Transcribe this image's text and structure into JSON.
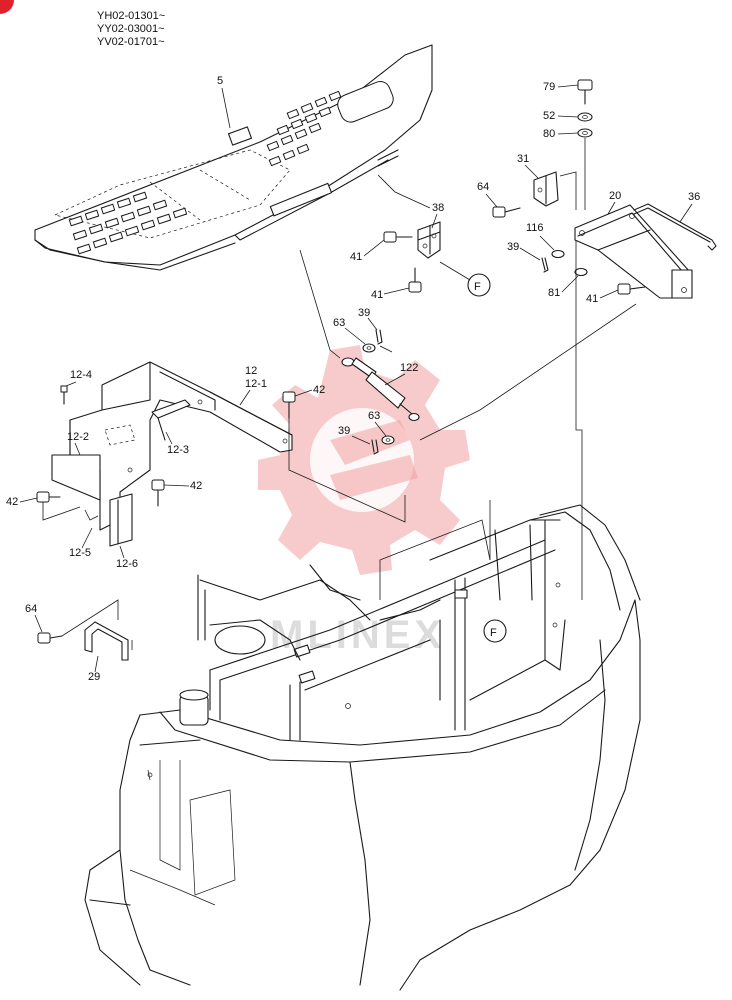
{
  "serial_ranges": [
    "YH02-01301~",
    "YY02-03001~",
    "YV02-01701~"
  ],
  "callouts": {
    "p5": "5",
    "p79": "79",
    "p52": "52",
    "p80": "80",
    "p31": "31",
    "p20": "20",
    "p36": "36",
    "p64a": "64",
    "p38": "38",
    "p116": "116",
    "p39a": "39",
    "p41a": "41",
    "p41b": "41",
    "p41c": "41",
    "p81": "81",
    "p63a": "63",
    "p39b": "39",
    "p122": "122",
    "p12": "12",
    "p12_1": "12-1",
    "p12_4": "12-4",
    "p42a": "42",
    "p63b": "63",
    "p39c": "39",
    "p12_2": "12-2",
    "p12_3": "12-3",
    "p42b": "42",
    "p42c": "42",
    "p12_5": "12-5",
    "p12_6": "12-6",
    "p64b": "64",
    "p29": "29"
  },
  "connection_markers": {
    "top": "F",
    "frame": "F"
  },
  "colors": {
    "line": "#1a1a1a",
    "watermark": "#f0a0a0",
    "background": "#ffffff"
  }
}
